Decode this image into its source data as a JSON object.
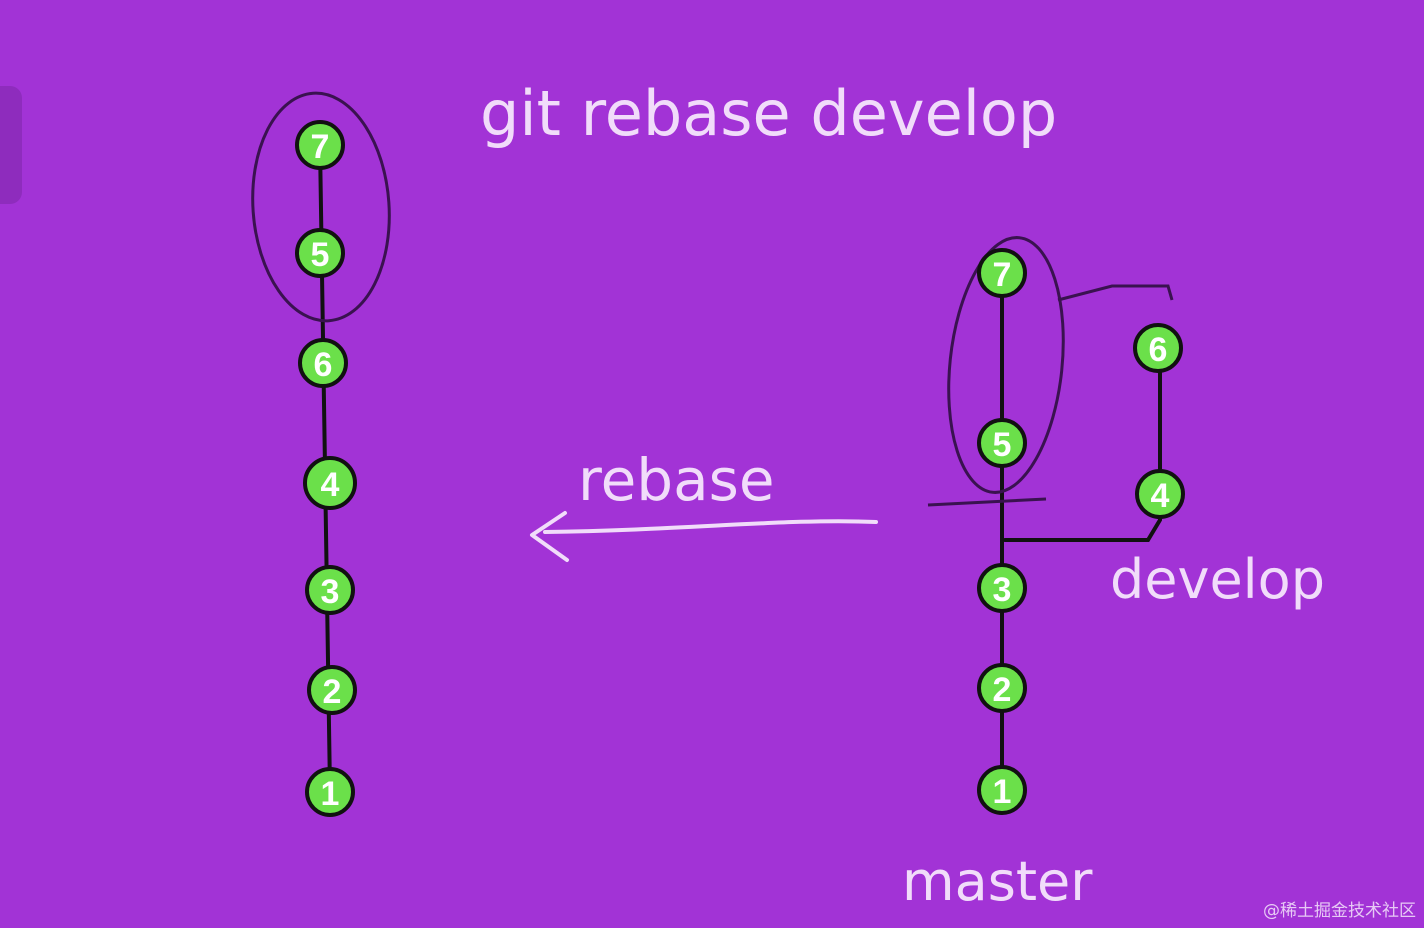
{
  "title": "git rebase develop",
  "arrow_label": "rebase",
  "branch_labels": {
    "develop": "develop",
    "master": "master"
  },
  "watermark": "@稀土掘金技术社区",
  "left_chain": [
    "7",
    "5",
    "6",
    "4",
    "3",
    "2",
    "1"
  ],
  "right_main": [
    "7",
    "5",
    "3",
    "2",
    "1"
  ],
  "right_branch": [
    "6",
    "4"
  ],
  "colors": {
    "background": "#a233d6",
    "node": "#6be04a",
    "edge": "#111111",
    "ink": "#f1dcfa",
    "lasso": "#3a1250"
  }
}
